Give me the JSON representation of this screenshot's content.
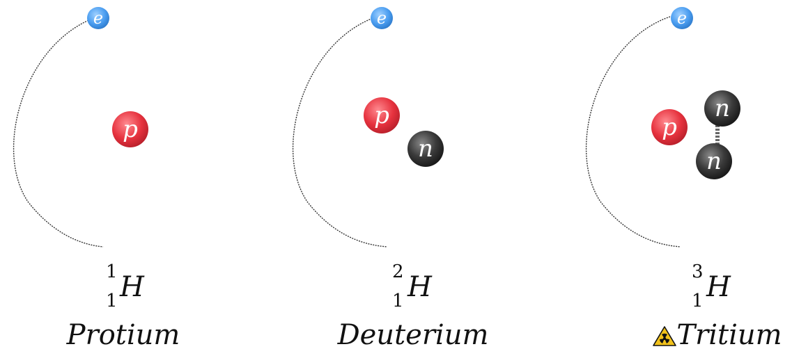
{
  "colors": {
    "electron": "#4a9df0",
    "proton": "#e6323e",
    "neutron": "#3a3a3a",
    "orbit": "#333333",
    "warning": "#f2c21b"
  },
  "particles": {
    "electron": "e",
    "proton": "p",
    "neutron": "n"
  },
  "isotopes": [
    {
      "symbol": "H",
      "mass_number": "1",
      "atomic_number": "1",
      "name": "Protium",
      "radioactive": false
    },
    {
      "symbol": "H",
      "mass_number": "2",
      "atomic_number": "1",
      "name": "Deuterium",
      "radioactive": false
    },
    {
      "symbol": "H",
      "mass_number": "3",
      "atomic_number": "1",
      "name": "Tritium",
      "radioactive": true,
      "warning_icon": "radiation-warning-icon"
    }
  ]
}
